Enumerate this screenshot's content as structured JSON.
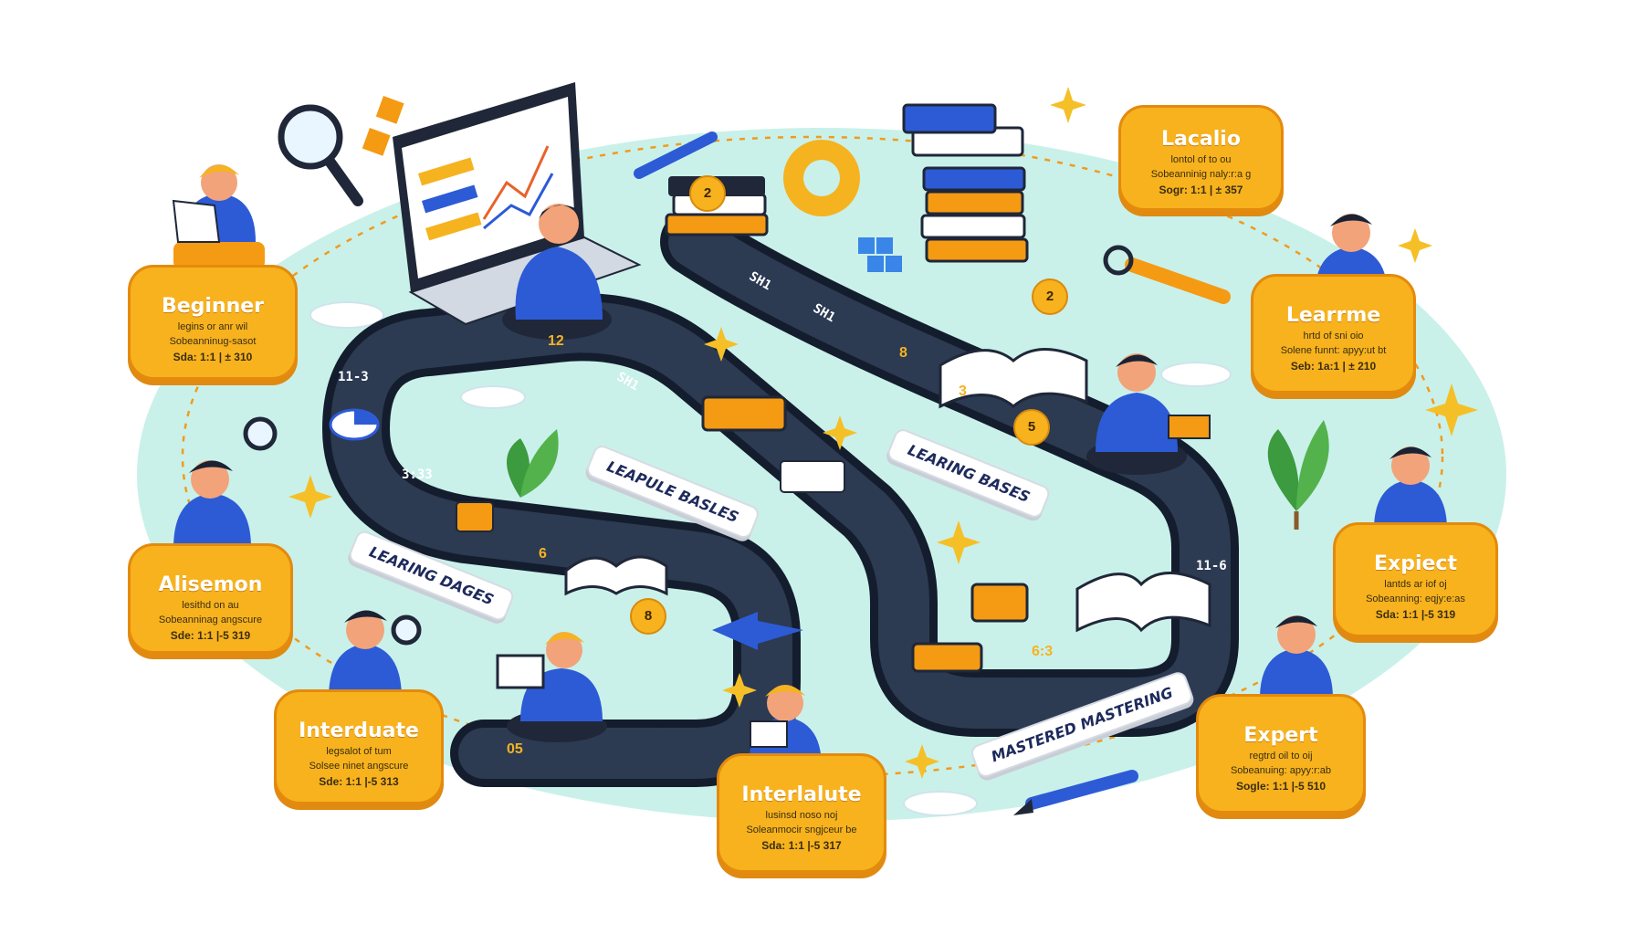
{
  "stage_cards": {
    "beginner": {
      "title": "Beginner",
      "line1": "legins or anr wil",
      "line2": "Sobeanninug-sasot",
      "line3": "Sda: 1:1 | ± 310"
    },
    "alisemon": {
      "title": "Alisemon",
      "line1": "lesithd on au",
      "line2": "Sobeanninag angscure",
      "line3": "Sde: 1:1 |-5 319"
    },
    "interduate": {
      "title": "Interduate",
      "line1": "legsalot of tum",
      "line2": "Solsee ninet angscure",
      "line3": "Sde: 1:1 |-5 313"
    },
    "interlalute": {
      "title": "Interlalute",
      "line1": "lusinsd noso noj",
      "line2": "Soleanmocir sngjceur be",
      "line3": "Sda: 1:1 |-5 317"
    },
    "lacalio": {
      "title": "Lacalio",
      "line1": "lontol of to ou",
      "line2": "Sobeanninig naly:r:a g",
      "line3": "Sogr: 1:1 | ± 357"
    },
    "learrme": {
      "title": "Learrme",
      "line1": "hrtd of sni oio",
      "line2": "Solene funnt: apyy:ut bt",
      "line3": "Seb: 1a:1 | ± 210"
    },
    "expiect": {
      "title": "Expiect",
      "line1": "lantds ar iof oj",
      "line2": "Sobeanning: eqjy:e:as",
      "line3": "Sda: 1:1 |-5 319"
    },
    "expert": {
      "title": "Expert",
      "line1": "regtrd oil to oij",
      "line2": "Sobeanuing: apyy:r:ab",
      "line3": "Sogle: 1:1 |-5 510"
    }
  },
  "banners": {
    "leapule": "LEAPULE BASLES",
    "learing_bases": "LEARING BASES",
    "learing_dages": "LEARING DAGES",
    "mastered": "MASTERED MASTERING"
  },
  "path_labels": {
    "l1": "SH1",
    "l2": "SH1",
    "l3": "SH1",
    "l4": "11-3",
    "l5": "3:33",
    "l6": "12",
    "l7": "8",
    "l8": "3",
    "l9": "6",
    "l10": "05",
    "l11": "6:3",
    "l12": "11-6",
    "l13": "5"
  },
  "coins": {
    "c1": "2",
    "c2": "2",
    "c3": "5",
    "c4": "8"
  },
  "colors": {
    "orange": "#f7b21e",
    "path": "#1e2a3e",
    "blob": "#c9f1ea",
    "blue": "#2d5bd6"
  }
}
